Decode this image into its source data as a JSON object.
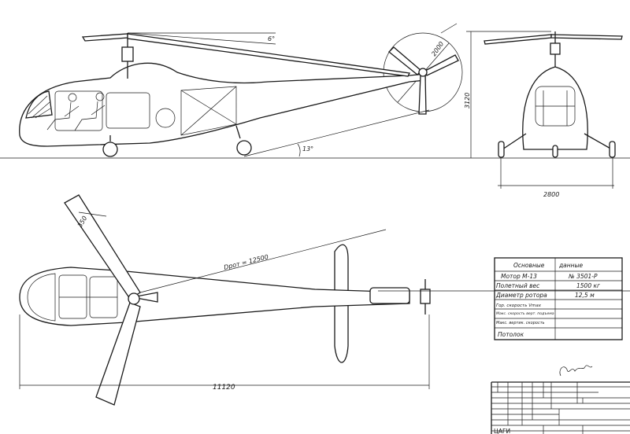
{
  "side_view": {
    "rotor_angle_label": "6°",
    "tail_rotor_diameter_label": "2000",
    "ground_angle_label": "13°"
  },
  "front_view": {
    "height_label": "3120",
    "track_label": "2800"
  },
  "top_view": {
    "blade_chord_label": "350",
    "rotor_diameter_label": "Dрот = 12500",
    "length_label": "11120"
  },
  "spec_table": {
    "header": [
      "Основные",
      "данные"
    ],
    "rows": [
      {
        "label": "Мотор  М-13",
        "value": "№ 3501-Р"
      },
      {
        "label": "Полетный вес",
        "value": "1500 кг"
      },
      {
        "label": "Диаметр ротора",
        "value": "12,5 м"
      },
      {
        "label": "Гор. скорость Vmax",
        "value": ""
      },
      {
        "label": "Макс. скорость верт. подъема",
        "value": ""
      },
      {
        "label": "Макс. вертик. скорость",
        "value": ""
      },
      {
        "label": "Потолок",
        "value": ""
      }
    ]
  },
  "title_block": {
    "org": "ЦАГИ",
    "signature": "signature"
  }
}
